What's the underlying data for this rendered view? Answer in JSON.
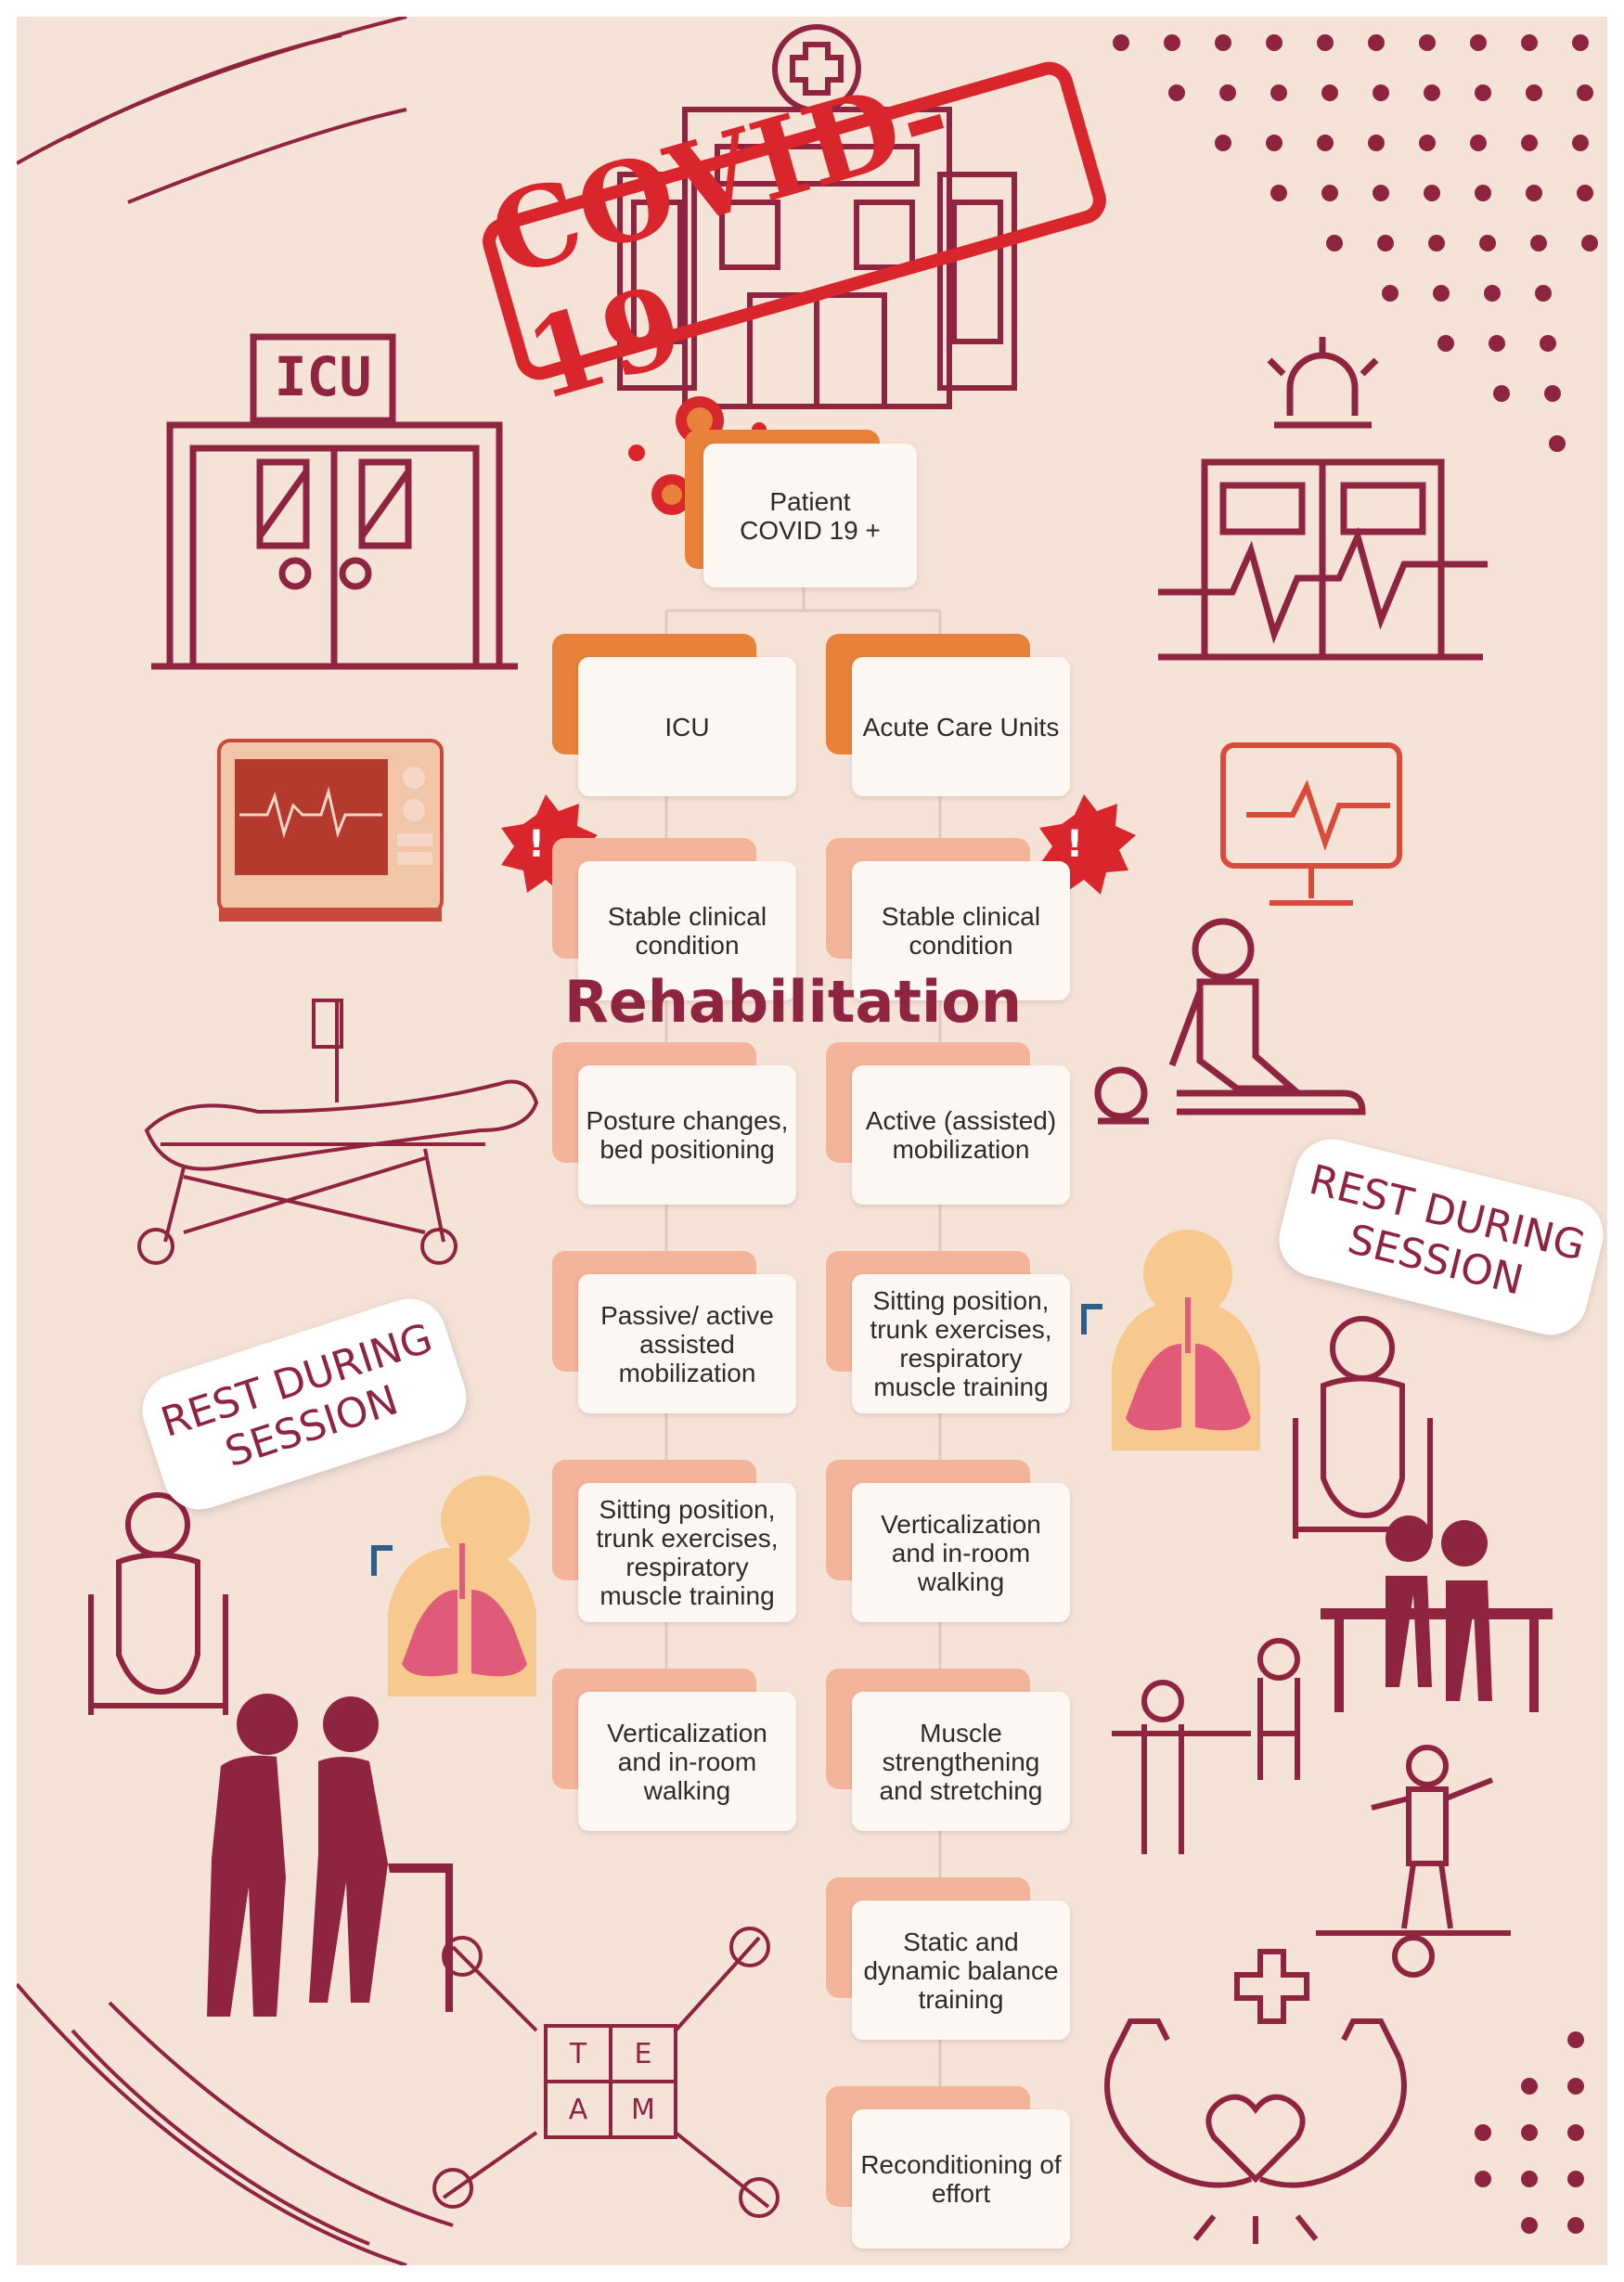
{
  "colors": {
    "background": "#f6e3d8",
    "maroon": "#8e2440",
    "stamp_red": "#d8262c",
    "orange_accent": "#e8823a",
    "peach_accent": "#f3b49a",
    "card": "#fdf7f4",
    "lung_pink": "#e05a7a",
    "face_skin": "#f7c98e",
    "arrow_blue": "#2e5f8a",
    "monitor_red": "#d94b3a"
  },
  "stamp_text": "COVID-19",
  "hospital_sign": "ICU",
  "title": "Rehabilitation",
  "flow": {
    "root": "Patient\nCOVID 19 +",
    "branches": [
      {
        "label": "ICU",
        "stable": "Stable clinical condition",
        "steps": [
          "Posture changes, bed positioning",
          "Passive/ active assisted mobilization",
          "Sitting position, trunk exercises, respiratory muscle training",
          "Verticalization and in-room walking"
        ]
      },
      {
        "label": "Acute Care Units",
        "stable": "Stable clinical condition",
        "steps": [
          "Active (assisted) mobilization",
          "Sitting position, trunk exercises, respiratory muscle training",
          "Verticalization and in-room walking",
          "Muscle strengthening and stretching",
          "Static and dynamic balance training",
          "Reconditioning of effort"
        ]
      }
    ]
  },
  "stickers": [
    "REST DURING\nSESSION",
    "REST DURING\nSESSION"
  ],
  "team_letters": [
    "T",
    "E",
    "A",
    "M"
  ],
  "icons": [
    "icu-building-icon",
    "hospital-building-icon",
    "virus-icon",
    "alert-badge-icon",
    "emergency-siren-icon",
    "vital-monitor-icon",
    "heartbeat-monitor-icon",
    "hospital-bed-icon",
    "physio-exercise-icon",
    "breathing-lungs-icon",
    "wheelchair-person-icon",
    "walker-assist-icon",
    "therapist-assist-icon",
    "balance-board-icon",
    "strong-heart-icon",
    "team-puzzle-icon"
  ]
}
